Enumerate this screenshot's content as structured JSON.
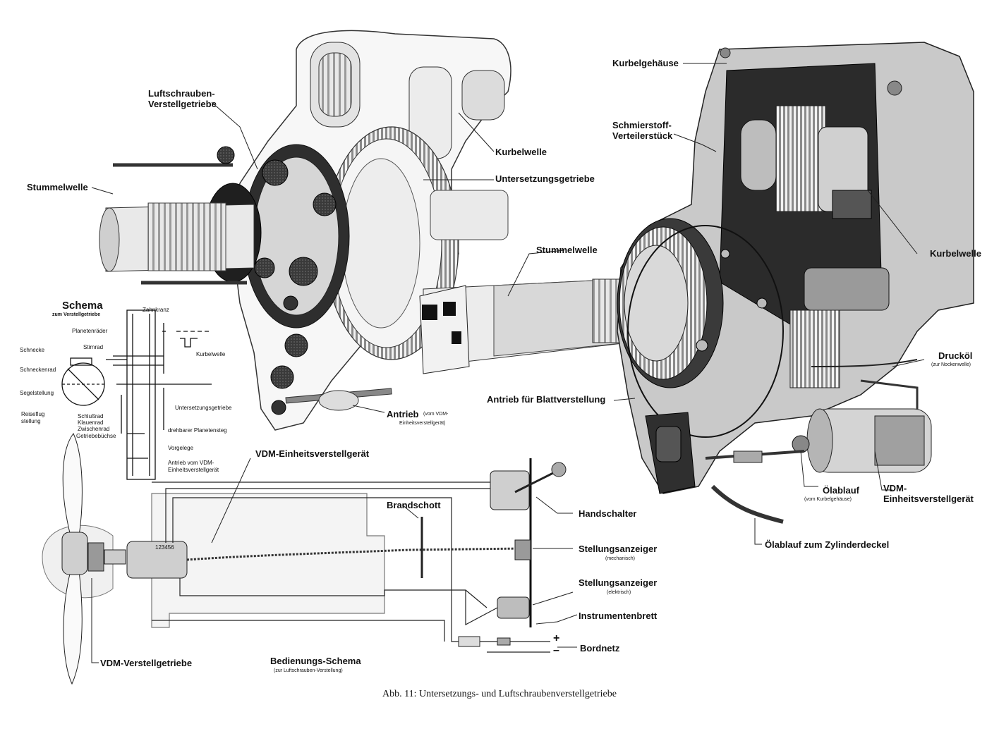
{
  "labels": {
    "kurbelgehaeuse": "Kurbelgehäuse",
    "luftschrauben_verstellgetriebe": "Luftschrauben-\nVerstellgetriebe",
    "schmierstoff_verteilerstueck": "Schmierstoff-\nVerteilerstück",
    "kurbelwelle_top": "Kurbelwelle",
    "untersetzungsgetriebe": "Untersetzungsgetriebe",
    "stummelwelle_left": "Stummelwelle",
    "stummelwelle_center": "Stummelwelle",
    "kurbelwelle_right": "Kurbelwelle",
    "drucköl": "Drucköl",
    "drucköl_sub": "(zur Nockenwelle)",
    "antrieb_blattverstellung": "Antrieb für Blattverstellung",
    "antrieb_vdm": "Antrieb",
    "antrieb_vdm_sub1": "(vom VDM-",
    "antrieb_vdm_sub2": "Einheitsverstellgerät)",
    "oelablauf": "Ölablauf",
    "oelablauf_sub": "(vom Kurbelgehäuse)",
    "vdm_einheitsverstellgeraet_right": "VDM-\nEinheitsverstellgerät",
    "oelablauf_zylinderdeckel": "Ölablauf zum Zylinderdeckel",
    "vdm_einheitsverstellgeraet_top": "VDM-Einheitsverstellgerät",
    "brandschott": "Brandschott",
    "handschalter": "Handschalter",
    "stellungsanzeiger_mech": "Stellungsanzeiger",
    "stellungsanzeiger_mech_sub": "(mechanisch)",
    "stellungsanzeiger_elek": "Stellungsanzeiger",
    "stellungsanzeiger_elek_sub": "(elektrisch)",
    "instrumentenbrett": "Instrumentenbrett",
    "bordnetz": "Bordnetz",
    "vdm_verstellgetriebe": "VDM-Verstellgetriebe",
    "bedienungs_schema": "Bedienungs-Schema",
    "bedienungs_schema_sub": "(zur Luftschrauben-Verstellung)",
    "plus": "+",
    "minus": "–"
  },
  "schema": {
    "title": "Schema",
    "subtitle": "zum Verstellgetriebe",
    "zahnkranz": "Zahnkranz",
    "planetenraeder": "Planetenräder",
    "stirnrad": "Stirnrad",
    "schnecke": "Schnecke",
    "kurbelwelle": "Kurbelwelle",
    "schneckenrad": "Schneckenrad",
    "segelstellung": "Segelstellung",
    "untersetzungsgetriebe": "Untersetzungsgetriebe",
    "reiseflug": "Reiseflug\nstellung",
    "schlussrad": "Schlußrad",
    "klauenrad": "Klauenrad",
    "zwischenrad": "Zwischenrad",
    "getriebebuechse": "Getriebebüchse",
    "drehbarer_planetensteg": "drehbarer Planetensteg",
    "vorgelege": "Vorgelege",
    "antrieb_vdm": "Antrieb vom VDM-\nEinheitsverstellgerät"
  },
  "device_numbers": "123456",
  "caption": "Abb. 11: Untersetzungs- und Luftschraubenverstellgetriebe"
}
